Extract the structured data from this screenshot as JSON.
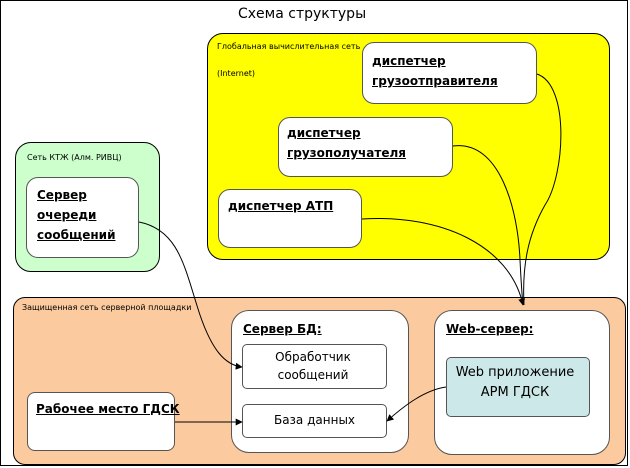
{
  "diagram": {
    "title": "Схема структуры",
    "zones": {
      "global": {
        "label": "Глобальная вычислительная сеть",
        "sublabel": "(Internet)",
        "color": "#ffff00"
      },
      "ktzh": {
        "label": "Сеть КТЖ (Алм. РИВЦ)",
        "color": "#ccffcc"
      },
      "protected": {
        "label": "Защищенная сеть серверной площадки",
        "color": "#fbcb9f"
      }
    },
    "nodes": {
      "shipper_dispatcher": "диспетчер грузоотправителя",
      "consignee_dispatcher": "диспетчер грузополучателя",
      "atp_dispatcher": "диспетчер АТП",
      "queue_server": "Сервер очереди сообщений",
      "db_server": "Сервер БД:",
      "message_handler": "Обработчик сообщений",
      "database": "База данных",
      "web_server": "Web-сервер:",
      "web_app": "Web приложение АРМ ГДСК",
      "gdsk_workplace": "Рабочее место ГДСК"
    },
    "web_app_color": "#cce8e8"
  }
}
